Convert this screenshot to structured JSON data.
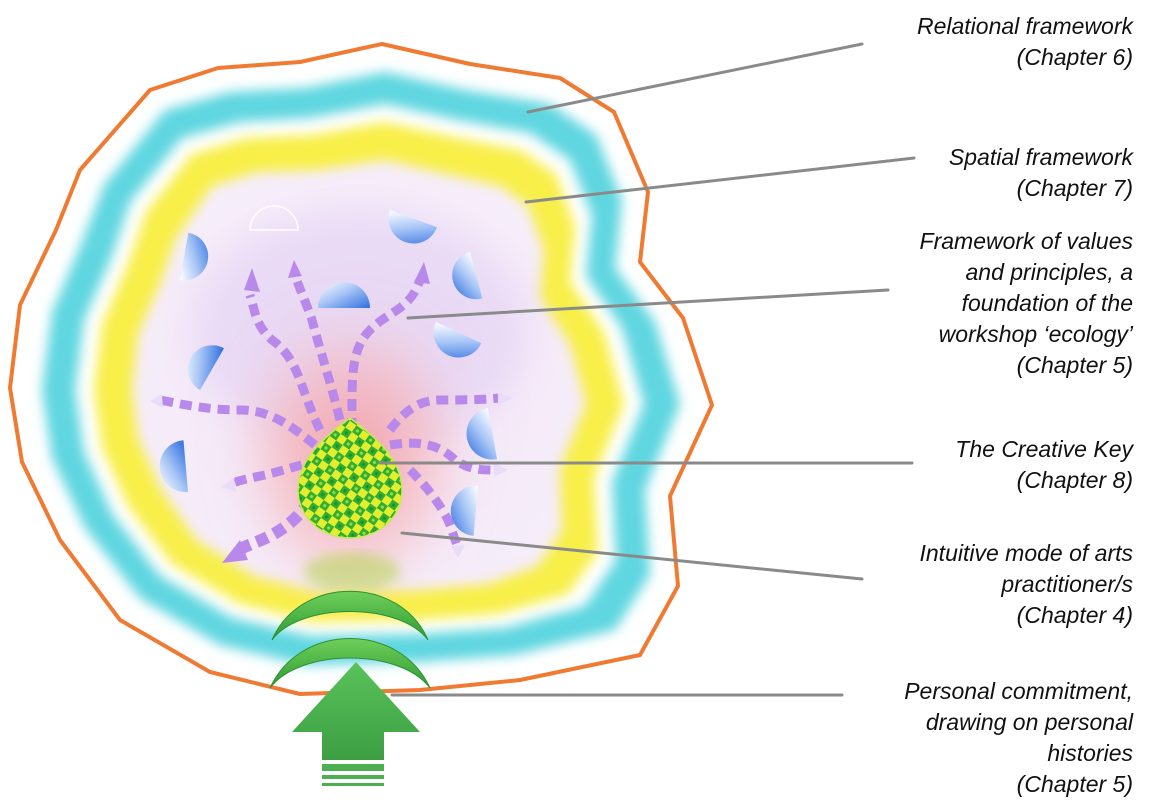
{
  "colors": {
    "outline": "#f07a32",
    "cyan_band": "#5fd6e0",
    "yellow_band": "#f8ef48",
    "interior": "#ecdff4",
    "glow": "#f6a3a6",
    "shield": "#3d7fe6",
    "path": "#b889ea",
    "leaf": "#2fae32",
    "leaf_pattern": "#e6f02f",
    "arrow": "#4caf50",
    "leader": "#8a8a8a"
  },
  "icons": {
    "shield": "half-disc-shield-icon",
    "path": "dashed-curved-arrow-icon",
    "key": "leaf-drop-icon",
    "arc": "green-crescent-icon",
    "arrow": "up-arrow-icon"
  },
  "labels": [
    {
      "lines": [
        "Relational framework",
        "(Chapter 6)"
      ]
    },
    {
      "lines": [
        "Spatial framework",
        "(Chapter 7)"
      ]
    },
    {
      "lines": [
        "Framework of values",
        "and principles, a",
        "foundation of the",
        "workshop ‘ecology’",
        "(Chapter 5)"
      ]
    },
    {
      "lines": [
        "The Creative Key",
        "(Chapter 8)"
      ]
    },
    {
      "lines": [
        "Intuitive mode of arts",
        "practitioner/s",
        "(Chapter 4)"
      ]
    },
    {
      "lines": [
        "Personal commitment,",
        "drawing on personal",
        "histories",
        "(Chapter 5)"
      ]
    }
  ]
}
